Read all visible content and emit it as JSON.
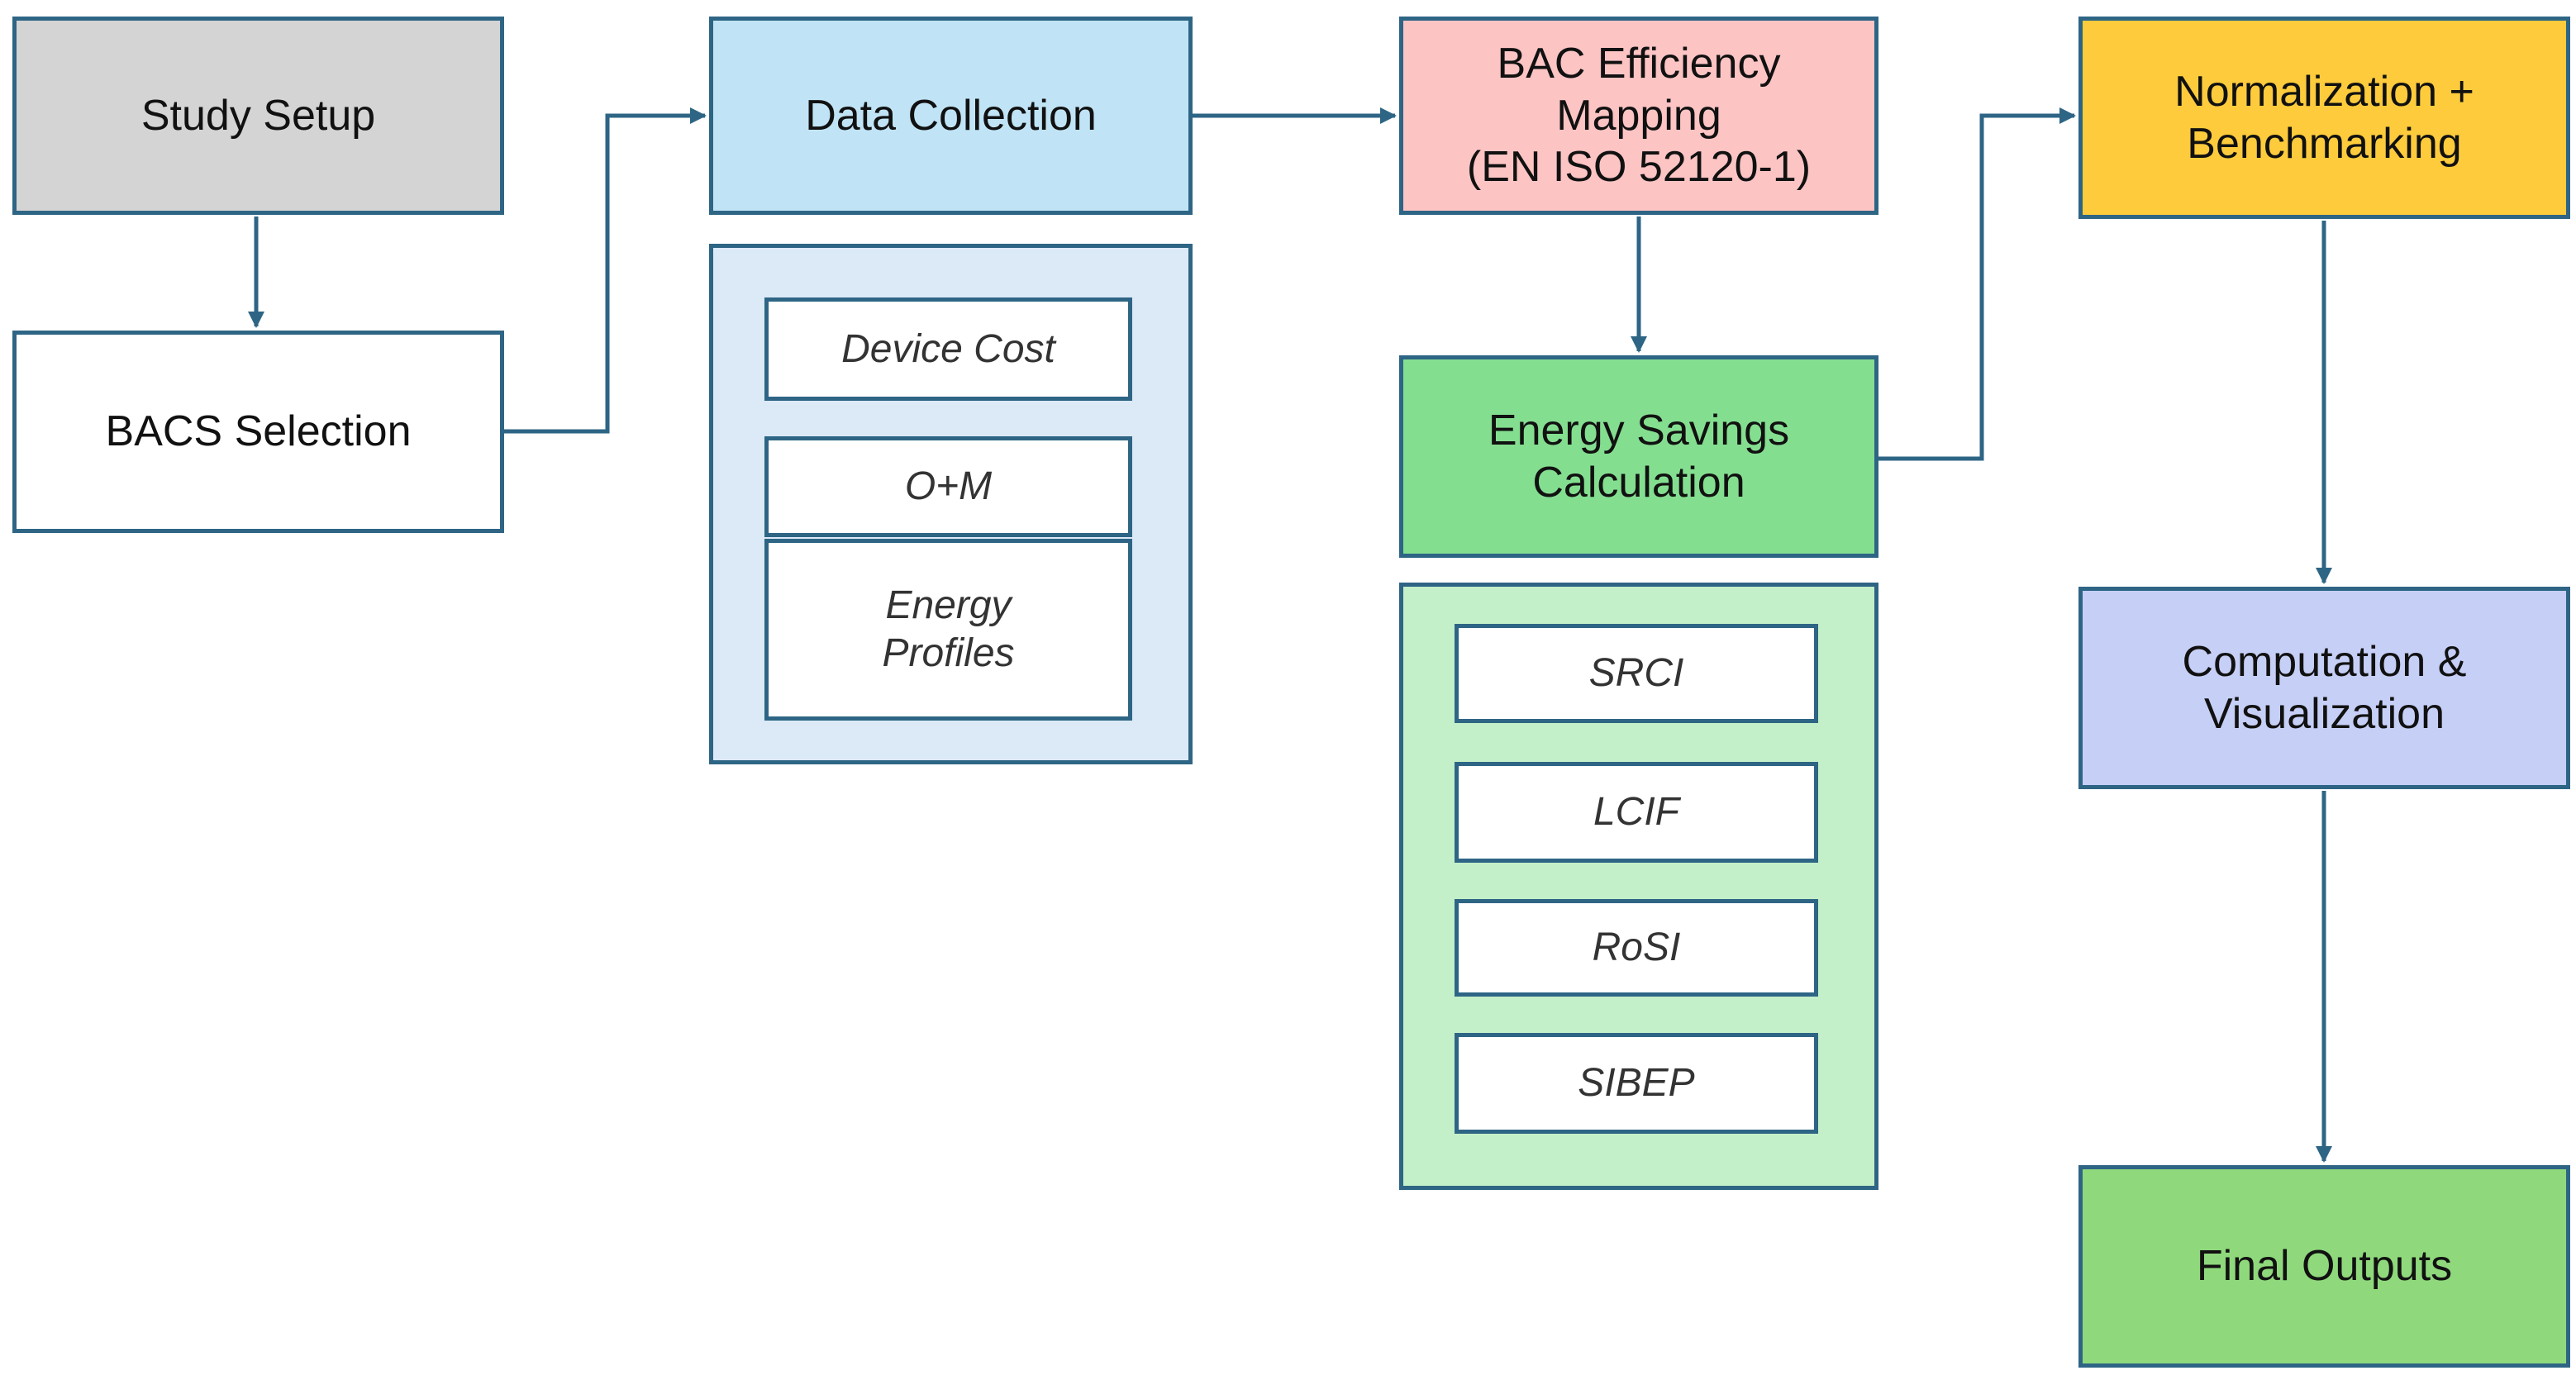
{
  "colors": {
    "border": "#2e6585",
    "study_setup": "#d4d4d4",
    "bacs_selection": "#ffffff",
    "data_collection": "#c0e4f6",
    "data_container": "#dce9f7",
    "mapping": "#fdc4c4",
    "energy_savings": "#84de90",
    "energy_container": "#c3f0c8",
    "normalization": "#fdcb3c",
    "computation": "#c6cff6",
    "final_outputs": "#8fd97c"
  },
  "nodes": {
    "study_setup": "Study Setup",
    "bacs_selection": "BACS Selection",
    "data_collection": "Data Collection",
    "mapping": "BAC Efficiency\nMapping\n(EN ISO 52120-1)",
    "energy_savings": "Energy Savings\nCalculation",
    "normalization": "Normalization +\nBenchmarking",
    "computation": "Computation &\nVisualization",
    "final_outputs": "Final Outputs"
  },
  "data_items": [
    "Device Cost",
    "O+M",
    "Energy\nProfiles"
  ],
  "metric_items": [
    "SRCI",
    "LCIF",
    "RoSI",
    "SIBEP"
  ]
}
